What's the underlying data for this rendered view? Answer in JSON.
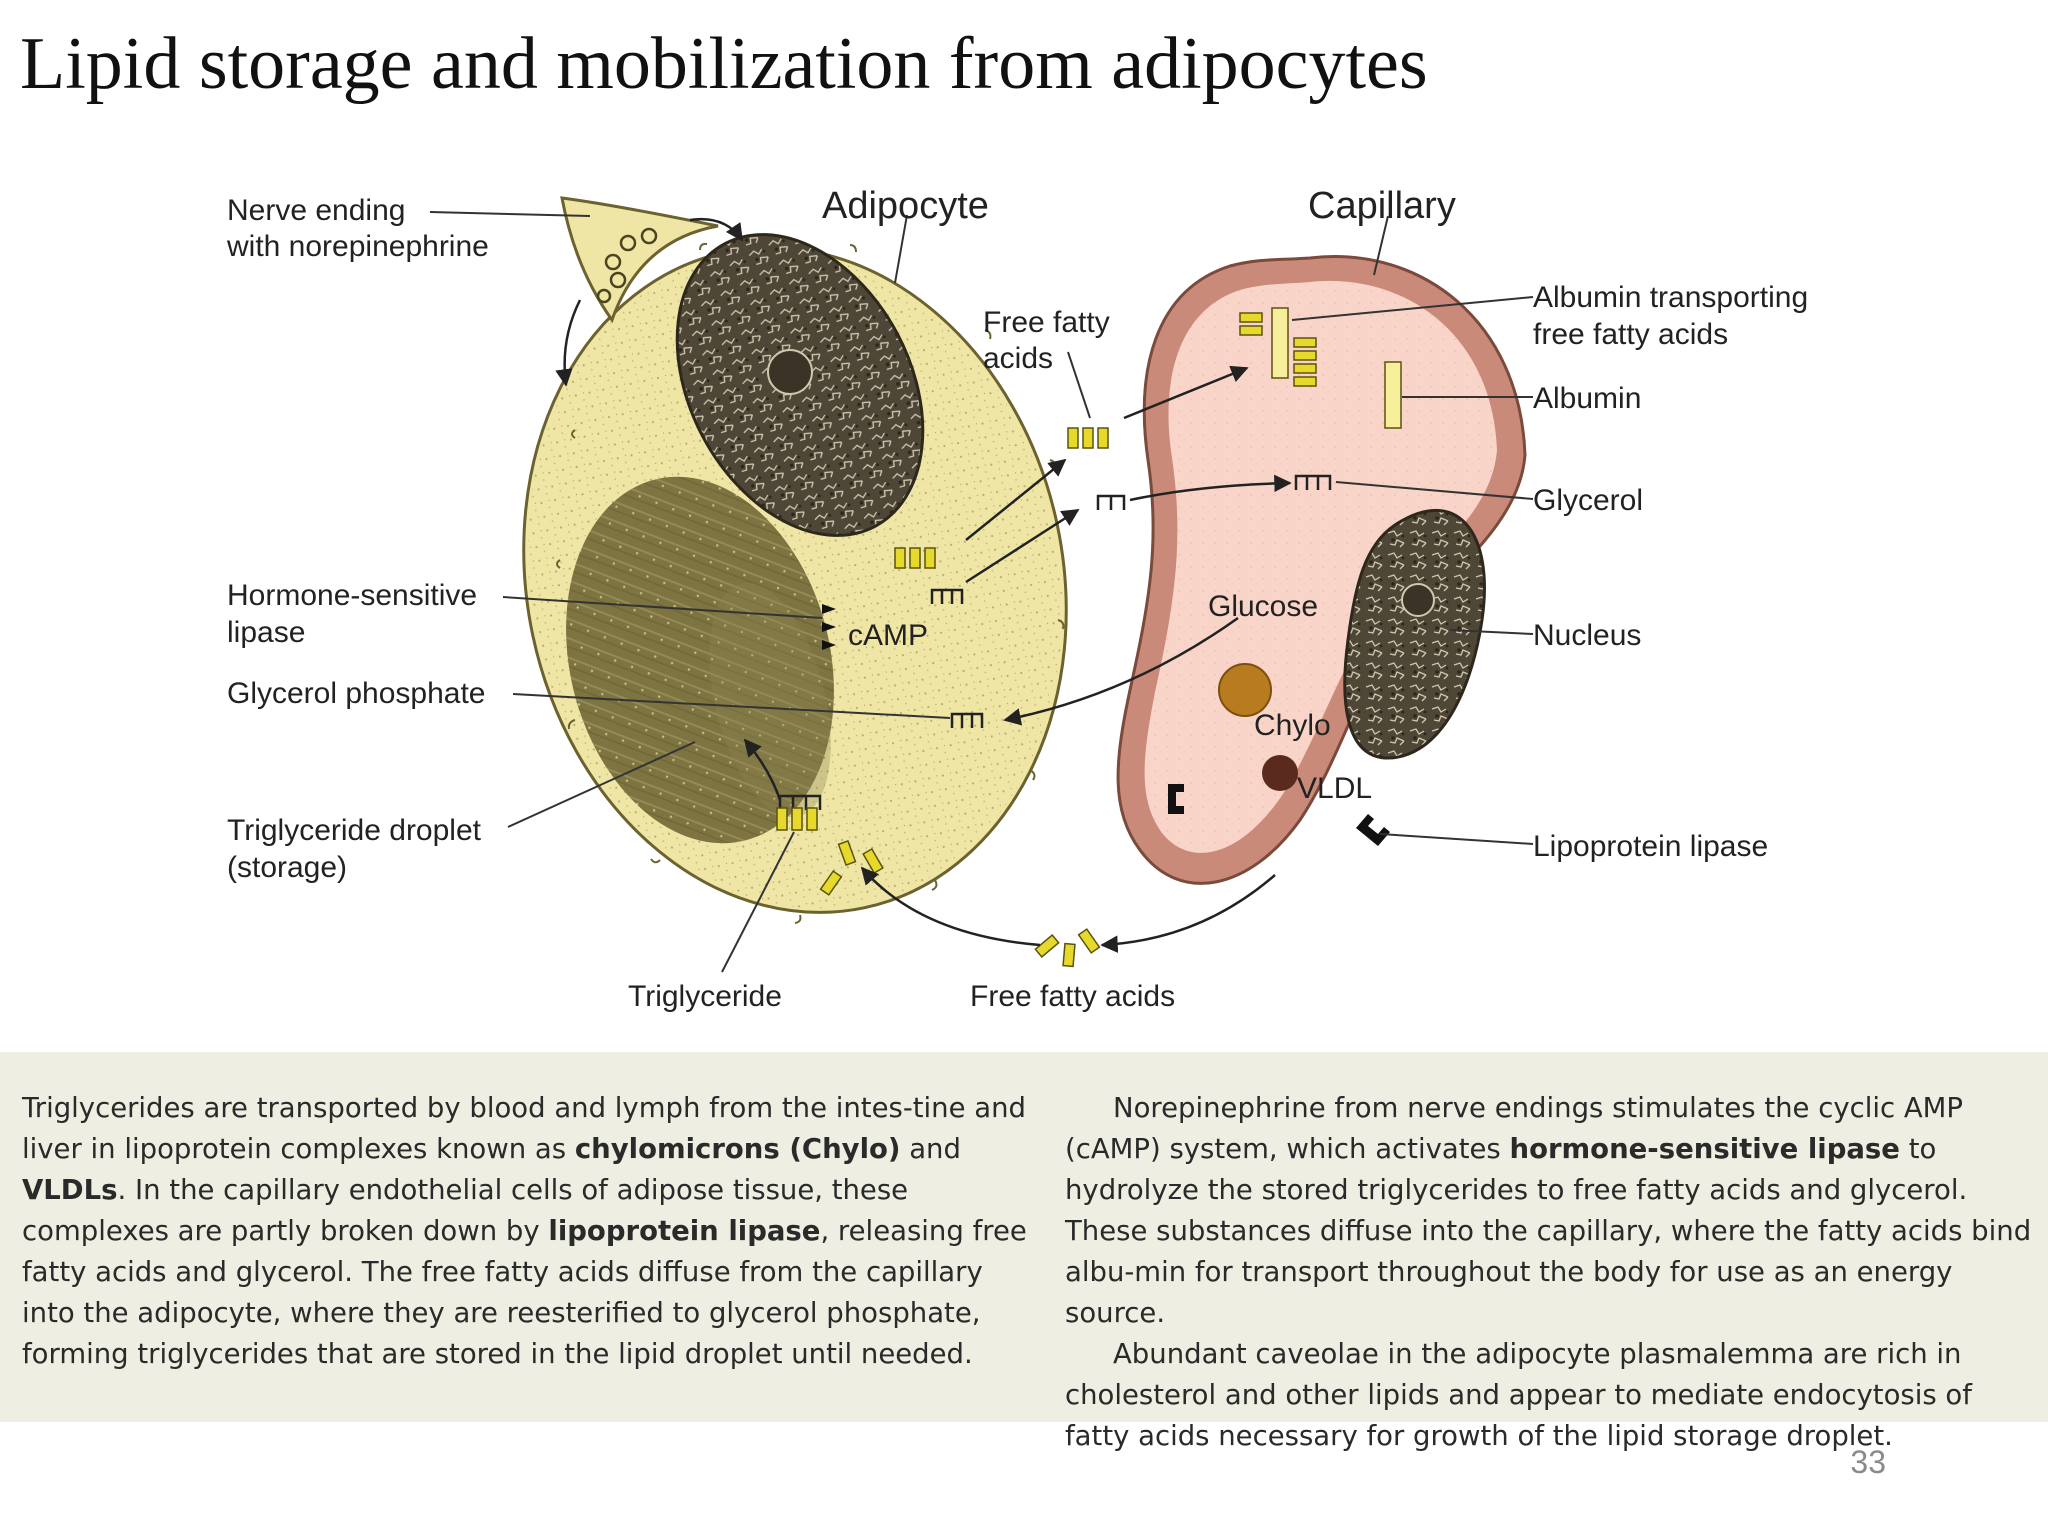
{
  "slide": {
    "title": "Lipid storage and mobilization from adipocytes",
    "page_number": "33"
  },
  "diagram": {
    "labels": {
      "nerve_ending_1": "Nerve ending",
      "nerve_ending_2": "with norepinephrine",
      "adipocyte": "Adipocyte",
      "capillary": "Capillary",
      "free_fatty_acids_1": "Free fatty",
      "free_fatty_acids_2": "acids",
      "albumin_transporting_1": "Albumin transporting",
      "albumin_transporting_2": "free fatty acids",
      "albumin": "Albumin",
      "glycerol": "Glycerol",
      "hormone_sensitive_lipase_1": "Hormone-sensitive",
      "hormone_sensitive_lipase_2": "lipase",
      "camp": "cAMP",
      "glucose": "Glucose",
      "nucleus": "Nucleus",
      "glycerol_phosphate": "Glycerol phosphate",
      "chylo": "Chylo",
      "vldl": "VLDL",
      "triglyceride_droplet_1": "Triglyceride droplet",
      "triglyceride_droplet_2": "(storage)",
      "lipoprotein_lipase": "Lipoprotein lipase",
      "triglyceride": "Triglyceride",
      "free_fatty_acids_bottom": "Free fatty acids"
    },
    "colors": {
      "adipocyte_fill": "#efe6a6",
      "adipocyte_border": "#6b6230",
      "lipid_droplet": "#7d7441",
      "nucleus": "#4e4637",
      "capillary_wall": "#c98a7a",
      "capillary_lumen": "#f8d5c8",
      "fatty_acid": "#e7d92b",
      "chylo": "#b97b1f",
      "vldl": "#5b2a1f",
      "caption_panel": "#eeeee2"
    }
  },
  "caption": {
    "left": {
      "t1": "Triglycerides are transported by blood and lymph from the intes-tine and liver in lipoprotein complexes known as ",
      "b1": "chylomicrons (Chylo)",
      "t2": " and ",
      "b2": "VLDLs",
      "t3": ". In the capillary endothelial cells of adipose tissue, these complexes are partly broken down by ",
      "b3": "lipoprotein lipase",
      "t4": ", releasing free fatty acids and glycerol. The free fatty acids diffuse from the capillary into the adipocyte, where they are reesterified to glycerol phosphate, forming triglycerides that are stored in the lipid droplet until needed."
    },
    "right": {
      "p1_t1": "Norepinephrine from nerve endings stimulates the cyclic AMP (cAMP) system, which activates ",
      "p1_b1": "hormone-sensitive lipase",
      "p1_t2": " to hydrolyze the stored triglycerides to free fatty acids and glycerol. These substances diffuse into the capillary, where the fatty acids bind albu-min for transport throughout the body for use as an energy source.",
      "p2": "Abundant caveolae in the adipocyte plasmalemma are rich in cholesterol and other lipids and appear to mediate endocytosis of fatty acids necessary for growth of the lipid storage droplet."
    }
  }
}
